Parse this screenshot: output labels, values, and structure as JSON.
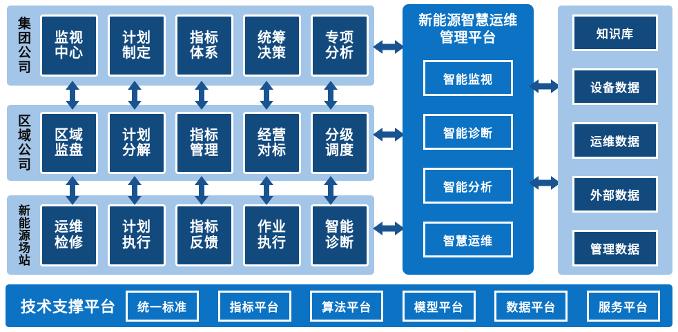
{
  "colors": {
    "band_bg": "#A3C6E8",
    "card_navy": "#134A7E",
    "platform_blue": "#0B72C4",
    "arrow_navy": "#1A5490",
    "white": "#FFFFFF"
  },
  "org_rows": [
    {
      "label": "集团公司",
      "cards": [
        {
          "line1": "监视",
          "line2": "中心"
        },
        {
          "line1": "计划",
          "line2": "制定"
        },
        {
          "line1": "指标",
          "line2": "体系"
        },
        {
          "line1": "统筹",
          "line2": "决策"
        },
        {
          "line1": "专项",
          "line2": "分析"
        }
      ]
    },
    {
      "label": "区域公司",
      "cards": [
        {
          "line1": "区域",
          "line2": "监盘"
        },
        {
          "line1": "计划",
          "line2": "分解"
        },
        {
          "line1": "指标",
          "line2": "管理"
        },
        {
          "line1": "经营",
          "line2": "对标"
        },
        {
          "line1": "分级",
          "line2": "调度"
        }
      ]
    },
    {
      "label": "新能源场站",
      "cards": [
        {
          "line1": "运维",
          "line2": "检修"
        },
        {
          "line1": "计划",
          "line2": "执行"
        },
        {
          "line1": "指标",
          "line2": "反馈"
        },
        {
          "line1": "作业",
          "line2": "执行"
        },
        {
          "line1": "智能",
          "line2": "诊断"
        }
      ]
    }
  ],
  "platform": {
    "title_line1": "新能源智慧运维",
    "title_line2": "管理平台",
    "items": [
      {
        "label": "智能监视"
      },
      {
        "label": "智能诊断"
      },
      {
        "label": "智能分析"
      },
      {
        "label": "智慧运维"
      }
    ]
  },
  "data_column": {
    "items": [
      {
        "label": "知识库"
      },
      {
        "label": "设备数据"
      },
      {
        "label": "运维数据"
      },
      {
        "label": "外部数据"
      },
      {
        "label": "管理数据"
      }
    ]
  },
  "support_bar": {
    "title": "技术支撑平台",
    "items": [
      {
        "label": "统一标准"
      },
      {
        "label": "指标平台"
      },
      {
        "label": "算法平台"
      },
      {
        "label": "模型平台"
      },
      {
        "label": "数据平台"
      },
      {
        "label": "服务平台"
      }
    ]
  },
  "arrows": {
    "vertical_icon": "double-arrow-vertical",
    "horizontal_icon": "double-arrow-horizontal"
  }
}
